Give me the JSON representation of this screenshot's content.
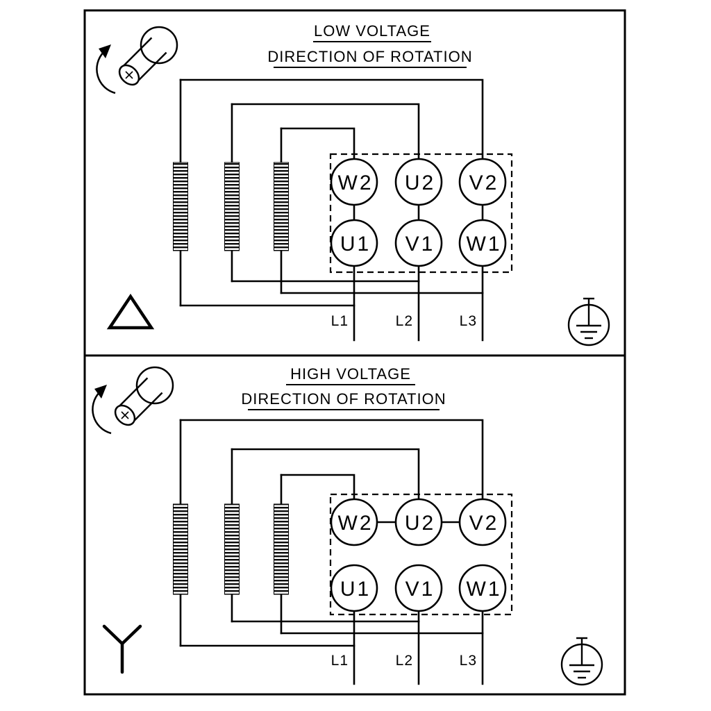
{
  "colors": {
    "ink": "#000000",
    "paper": "#ffffff"
  },
  "icons": {
    "rotation": "shaft-rotation-arrow",
    "earth": "earth-ground",
    "low_voltage_connection": "delta",
    "high_voltage_connection": "star"
  },
  "panels": [
    {
      "id": "low-voltage",
      "title": "LOW VOLTAGE",
      "subtitle": "DIRECTION OF ROTATION",
      "terminals_top": [
        "W2",
        "U2",
        "V2"
      ],
      "terminals_bottom": [
        "U1",
        "V1",
        "W1"
      ],
      "supply_lines": [
        "L1",
        "L2",
        "L3"
      ],
      "connection_symbol": "delta"
    },
    {
      "id": "high-voltage",
      "title": "HIGH VOLTAGE",
      "subtitle": "DIRECTION OF ROTATION",
      "terminals_top": [
        "W2",
        "U2",
        "V2"
      ],
      "terminals_bottom": [
        "U1",
        "V1",
        "W1"
      ],
      "supply_lines": [
        "L1",
        "L2",
        "L3"
      ],
      "connection_symbol": "star"
    }
  ]
}
